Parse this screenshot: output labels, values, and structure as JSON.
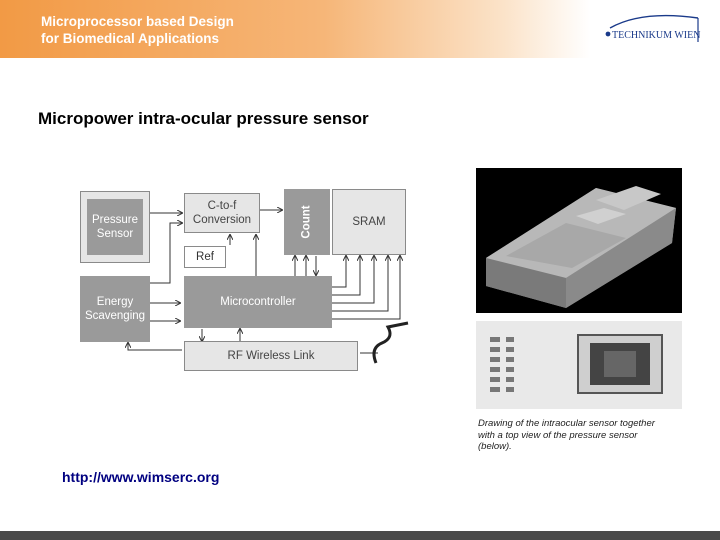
{
  "header": {
    "title_line1": "Microprocessor based Design",
    "title_line2": "for Biomedical Applications",
    "logo_text": "TECHNIKUM WIEN",
    "colors": {
      "orange": "#f29a45",
      "logo_blue": "#1a3a8a"
    }
  },
  "slide": {
    "title": "Micropower intra-ocular pressure sensor",
    "url": "http://www.wimserc.org"
  },
  "diagram": {
    "blocks": {
      "pressure_sensor": [
        "Pressure",
        "Sensor"
      ],
      "c_to_f": [
        "C-to-f",
        "Conversion"
      ],
      "count": "Count",
      "sram": "SRAM",
      "ref": "Ref",
      "energy_scavenging": [
        "Energy",
        "Scavenging"
      ],
      "microcontroller": "Microcontroller",
      "rf_link": "RF Wireless Link"
    }
  },
  "caption": {
    "line1": "Drawing of the intraocular sensor together",
    "line2": "with a top view of the pressure sensor",
    "line3": "(below)."
  }
}
